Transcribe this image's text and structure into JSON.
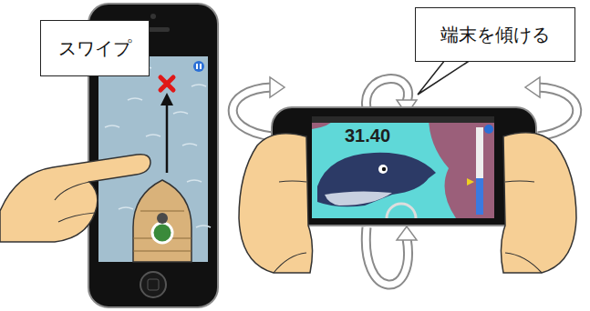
{
  "diagram": {
    "nodes": [
      {
        "text": [
          "スワイプ"
        ]
      },
      {
        "text": [
          "端末を傾ける"
        ]
      }
    ],
    "labels": [
      "31.40"
    ]
  }
}
